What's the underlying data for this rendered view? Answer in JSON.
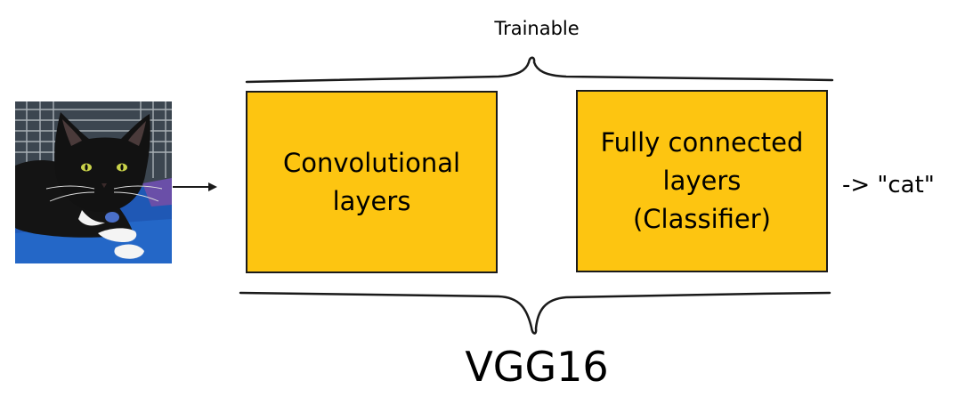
{
  "diagram": {
    "top_label": "Trainable",
    "bottom_label": "VGG16",
    "output_label": "-> \"cat\"",
    "input_image": "cat-photo",
    "blocks": [
      {
        "lines": [
          "Convolutional",
          "layers"
        ]
      },
      {
        "lines": [
          "Fully connected",
          "layers",
          "(Classifier)"
        ]
      }
    ],
    "colors": {
      "block_fill": "#FDC511",
      "stroke": "#1a1a1a",
      "background": "#ffffff"
    }
  }
}
